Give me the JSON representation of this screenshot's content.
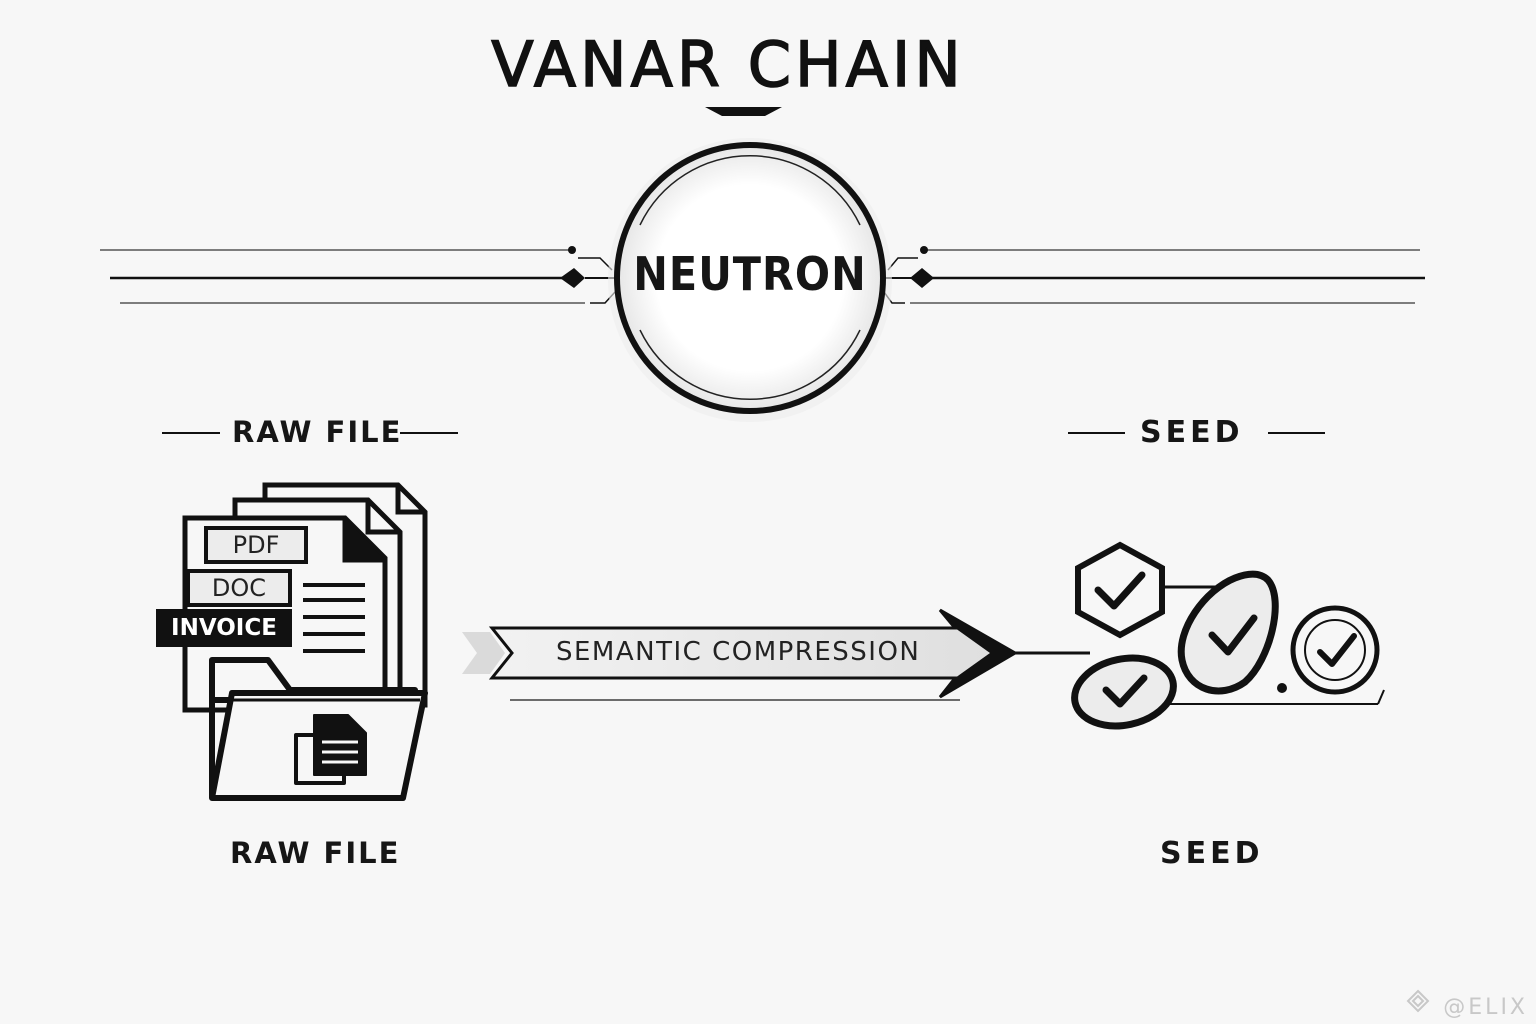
{
  "header": {
    "title": "VANAR CHAIN"
  },
  "hub": {
    "label": "NEUTRON"
  },
  "left": {
    "top_label": "RAW FILE",
    "bottom_label": "RAW FILE",
    "file_tags": [
      "PDF",
      "DOC",
      "INVOICE"
    ]
  },
  "right": {
    "top_label": "SEED",
    "bottom_label": "SEED"
  },
  "arrow": {
    "label": "SEMANTIC COMPRESSION"
  },
  "watermark": "@ELIX",
  "colors": {
    "ink": "#111111",
    "background": "#f7f7f7",
    "watermark": "#c8c8c8"
  },
  "icons": [
    "document-stack-icon",
    "folder-icon",
    "arrow-right-icon",
    "hexagon-check-icon",
    "oval-check-icon",
    "circle-check-icon"
  ]
}
